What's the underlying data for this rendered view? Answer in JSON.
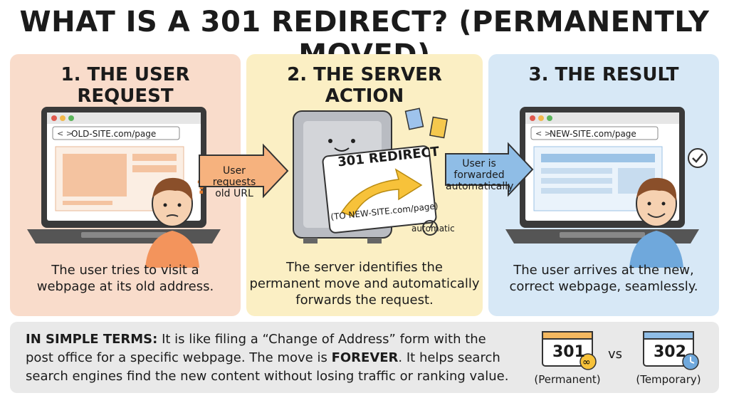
{
  "title": "WHAT IS A 301 REDIRECT? (PERMANENTLY MOVED)",
  "panels": [
    {
      "heading": "1. THE USER REQUEST",
      "url": "OLD-SITE.com/page",
      "description_lines": [
        "The user tries to visit a",
        "webpage at its old address."
      ]
    },
    {
      "heading": "2. THE SERVER ACTION",
      "sign_title": "301 REDIRECT",
      "sign_target": "(TO NEW-SITE.com/page)",
      "automatic_label": "automatic",
      "description_lines": [
        "The server identifies the",
        "permanent move and automatically",
        "forwards the request."
      ]
    },
    {
      "heading": "3. THE RESULT",
      "url": "NEW-SITE.com/page",
      "description_lines": [
        "The user arrives at the new,",
        "correct webpage, seamlessly."
      ]
    }
  ],
  "arrows": [
    {
      "lines": [
        "User requests",
        "old URL"
      ]
    },
    {
      "lines": [
        "User is",
        "forwarded",
        "automatically"
      ]
    }
  ],
  "summary": {
    "label": "IN SIMPLE TERMS:",
    "line1_rest": " It is like filing a “Change of Address” form with the",
    "line2_pre": "post office for a specific webpage. The move is ",
    "line2_bold": "FOREVER",
    "line2_post": ". It helps search",
    "line3": "search engines find the new content without losing traffic or ranking value."
  },
  "comparison": {
    "left": {
      "code": "301",
      "caption": "(Permanent)"
    },
    "vs": "vs",
    "right": {
      "code": "302",
      "caption": "(Temporary)"
    }
  },
  "colors": {
    "panel1": "#f9dccb",
    "panel2": "#fbefc4",
    "panel3": "#d7e8f6",
    "arrow1": "#f6b27e",
    "arrow2": "#8fbde6",
    "redirect_arrow": "#f7c23a",
    "summary_bg": "#e9e9e9"
  }
}
